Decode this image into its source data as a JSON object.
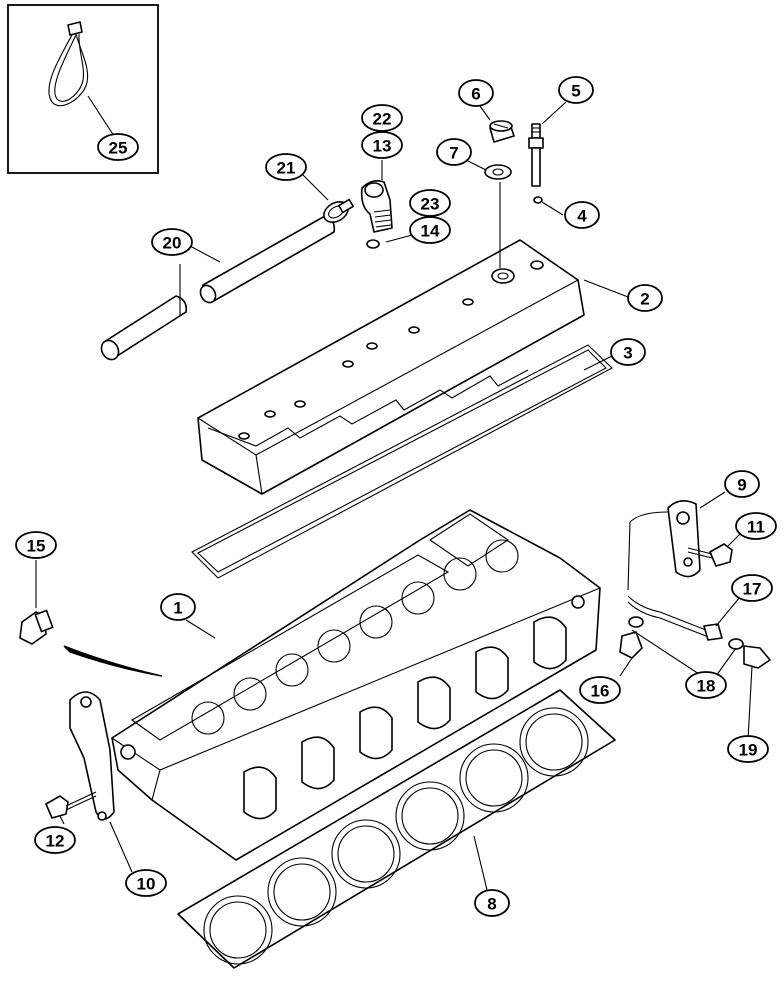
{
  "diagram": {
    "inset": {
      "callout": "25"
    },
    "callouts": [
      {
        "id": "c1",
        "label": "1"
      },
      {
        "id": "c2",
        "label": "2"
      },
      {
        "id": "c3",
        "label": "3"
      },
      {
        "id": "c4",
        "label": "4"
      },
      {
        "id": "c5",
        "label": "5"
      },
      {
        "id": "c6",
        "label": "6"
      },
      {
        "id": "c7",
        "label": "7"
      },
      {
        "id": "c8",
        "label": "8"
      },
      {
        "id": "c9",
        "label": "9"
      },
      {
        "id": "c10",
        "label": "10"
      },
      {
        "id": "c11",
        "label": "11"
      },
      {
        "id": "c12",
        "label": "12"
      },
      {
        "id": "c13",
        "label": "13"
      },
      {
        "id": "c14",
        "label": "14"
      },
      {
        "id": "c15",
        "label": "15"
      },
      {
        "id": "c16",
        "label": "16"
      },
      {
        "id": "c17",
        "label": "17"
      },
      {
        "id": "c18",
        "label": "18"
      },
      {
        "id": "c19",
        "label": "19"
      },
      {
        "id": "c20",
        "label": "20"
      },
      {
        "id": "c21",
        "label": "21"
      },
      {
        "id": "c22",
        "label": "22"
      },
      {
        "id": "c23",
        "label": "23"
      }
    ]
  }
}
